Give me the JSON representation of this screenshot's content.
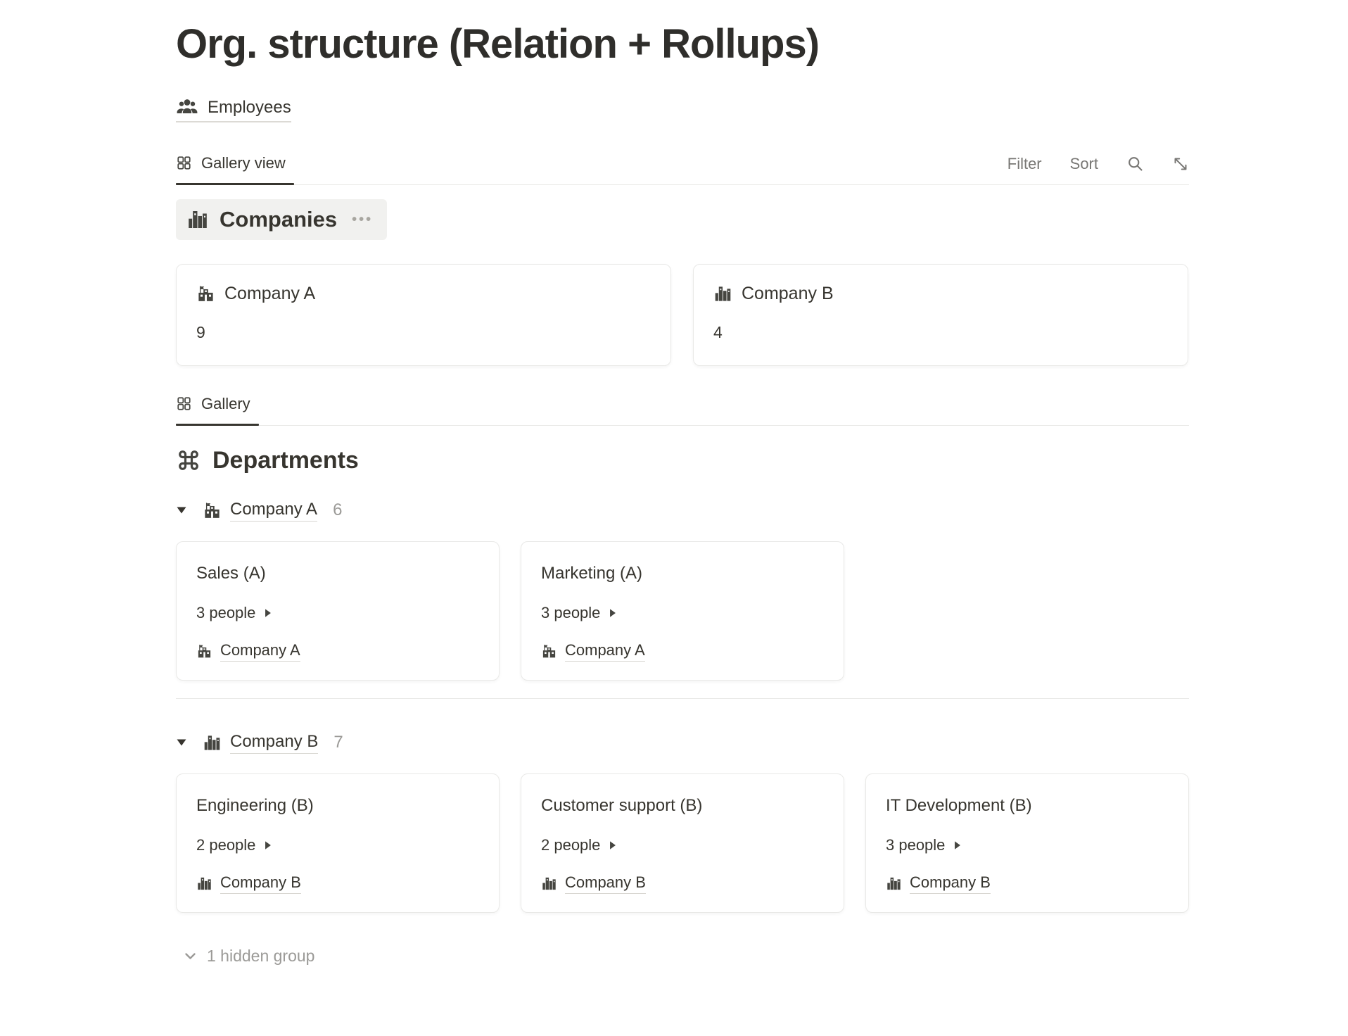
{
  "page_title": "Org. structure (Relation + Rollups)",
  "breadcrumb": {
    "label": "Employees"
  },
  "view_toolbar": {
    "active_tab": "Gallery view",
    "filter_label": "Filter",
    "sort_label": "Sort"
  },
  "companies": {
    "header": "Companies",
    "menu_dots": "•••",
    "cards": [
      {
        "title": "Company A",
        "count": "9"
      },
      {
        "title": "Company B",
        "count": "4"
      }
    ]
  },
  "departments": {
    "tab": "Gallery",
    "header": "Departments",
    "groups": [
      {
        "company": "Company A",
        "count": "6",
        "cards": [
          {
            "title": "Sales (A)",
            "people": "3 people",
            "company": "Company A"
          },
          {
            "title": "Marketing (A)",
            "people": "3 people",
            "company": "Company A"
          }
        ]
      },
      {
        "company": "Company B",
        "count": "7",
        "cards": [
          {
            "title": "Engineering (B)",
            "people": "2 people",
            "company": "Company B"
          },
          {
            "title": "Customer support (B)",
            "people": "2 people",
            "company": "Company B"
          },
          {
            "title": "IT Development (B)",
            "people": "3 people",
            "company": "Company B"
          }
        ]
      }
    ],
    "hidden_group": "1 hidden group"
  },
  "colors": {
    "text": "#37352f",
    "muted": "#787774",
    "faint": "#9b9a97",
    "border": "#e9e9e7",
    "header_bg": "#f1f1ef"
  }
}
